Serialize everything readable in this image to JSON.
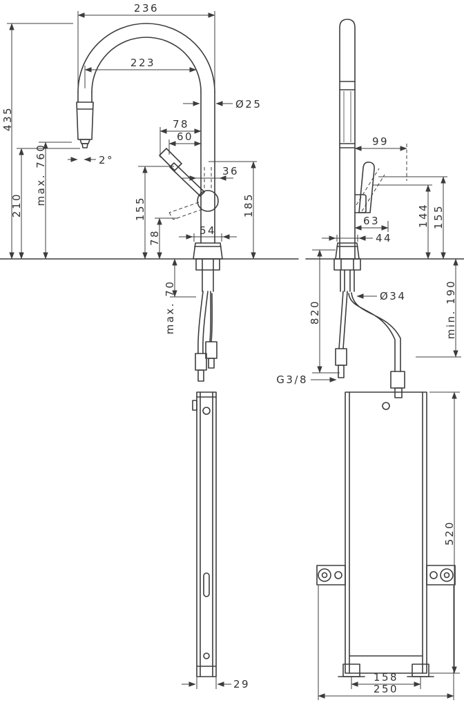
{
  "colors": {
    "background": "#ffffff",
    "line": "#3c3c3c",
    "text": "#333333"
  },
  "dims": {
    "arc_width": "236",
    "spout_reach": "223",
    "spout_diameter": "Ø25",
    "handle_proj_upper": "78",
    "handle_proj_lower": "60",
    "swivel_angle": "2°",
    "total_height": "435",
    "max_pullout": "max. 760",
    "outlet_height": "210",
    "handle_height_side": "155",
    "handle_low_height": "78",
    "handle_boss_width": "36",
    "base_diameter": "54",
    "pivot_height": "185",
    "max_counter_thickness": "max. 70",
    "rail_width": "29",
    "head_offset": "99",
    "handle_depth": "63",
    "base_width_front": "44",
    "pivot_height_front": "144",
    "handle_top_height_front": "155",
    "hose_length": "820",
    "tap_hole_diameter": "Ø34",
    "connection_thread": "G3/8",
    "min_clearance": "min. 190",
    "box_height": "520",
    "foot_spacing": "158",
    "overall_width": "250"
  }
}
